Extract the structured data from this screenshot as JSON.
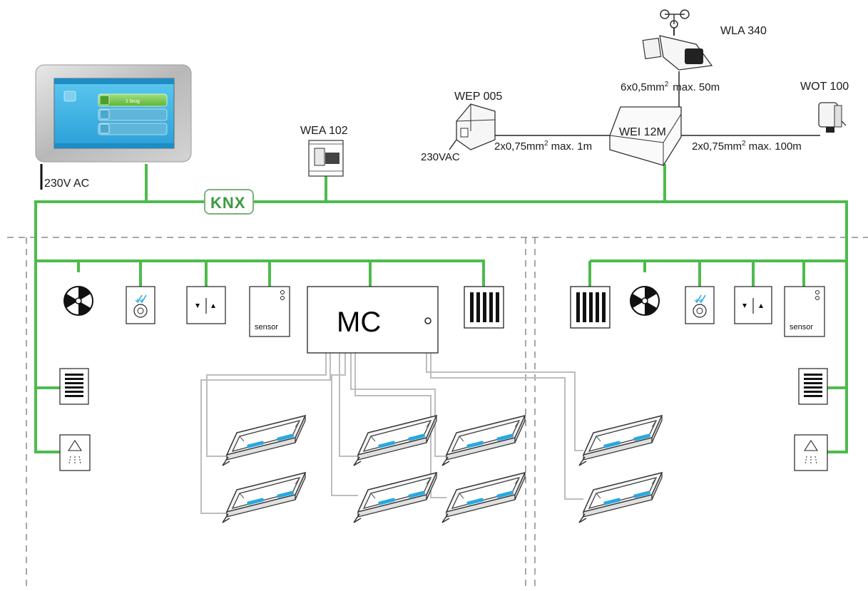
{
  "labels": {
    "wla": "WLA 340",
    "wla_cable": "6x0,5mm",
    "wla_cable_sup": "2",
    "wla_max": "max. 50m",
    "wep": "WEP 005",
    "wep_power": "230VAC",
    "wep_cable": "2x0,75mm",
    "wep_cable_sup": "2",
    "wep_max": "max. 1m",
    "wei": "WEI 12M",
    "wot": "WOT 100",
    "wot_cable": "2x0,75mm",
    "wot_cable_sup": "2",
    "wot_max": "max. 100m",
    "wea": "WEA 102",
    "panel_power": "230V AC",
    "knx": "KNX",
    "mc": "MC",
    "sensor_left": "sensor",
    "sensor_right": "sensor"
  },
  "touch_panel": {
    "buttons": [
      "1 brug",
      "",
      ""
    ]
  },
  "colors": {
    "bus": "#4dbb4d",
    "control_wire": "#bdbdbd",
    "actuator": "#29a8e0",
    "panel_screen": "#38b4e6"
  }
}
